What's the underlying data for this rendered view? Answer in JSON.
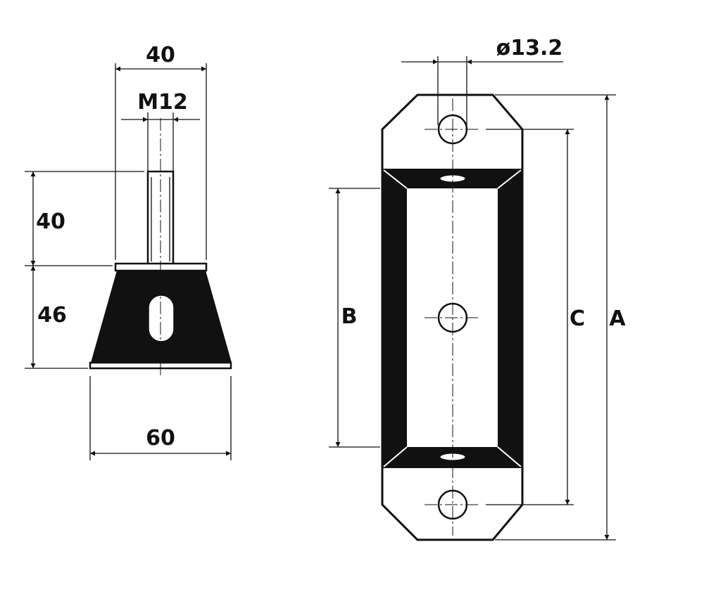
{
  "side_view": {
    "dim_top_width": "40",
    "dim_thread": "M12",
    "dim_stud_height": "40",
    "dim_body_height": "46",
    "dim_base_width": "60"
  },
  "front_view": {
    "dim_hole_diameter": "ø13.2",
    "dim_b": "B",
    "dim_c": "C",
    "dim_a": "A"
  },
  "colors": {
    "ink": "#111111",
    "paper": "#ffffff"
  }
}
